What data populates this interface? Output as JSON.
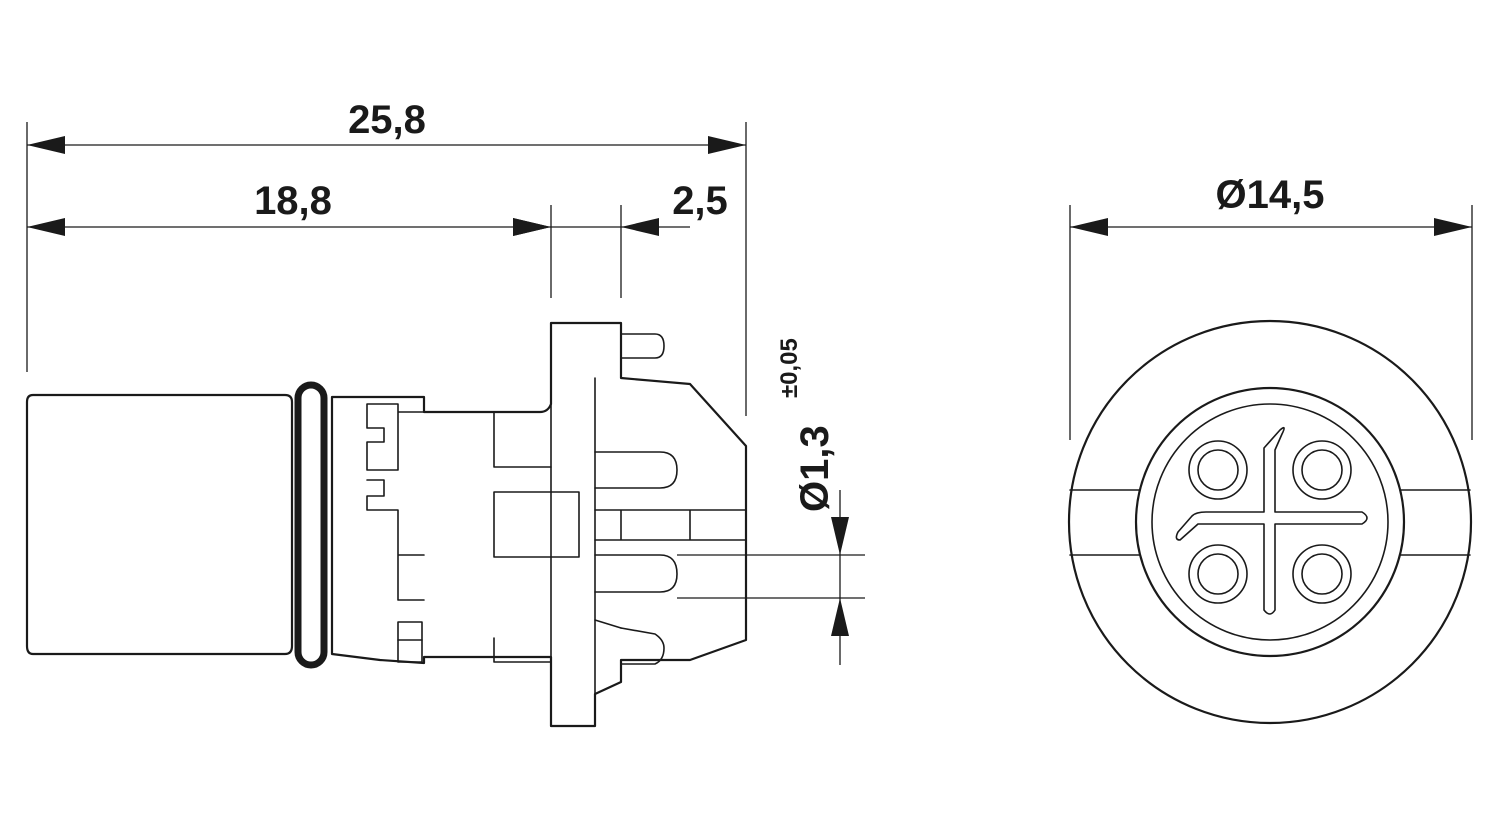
{
  "drawing": {
    "dimensions": {
      "overall_length": "25,8",
      "body_length": "18,8",
      "flange_offset": "2,5",
      "outer_diameter": "Ø14,5",
      "pin_hole_diameter": "Ø1,3",
      "pin_hole_tolerance": "±0,05"
    },
    "colors": {
      "line": "#1a1a1a",
      "background": "#ffffff"
    }
  }
}
